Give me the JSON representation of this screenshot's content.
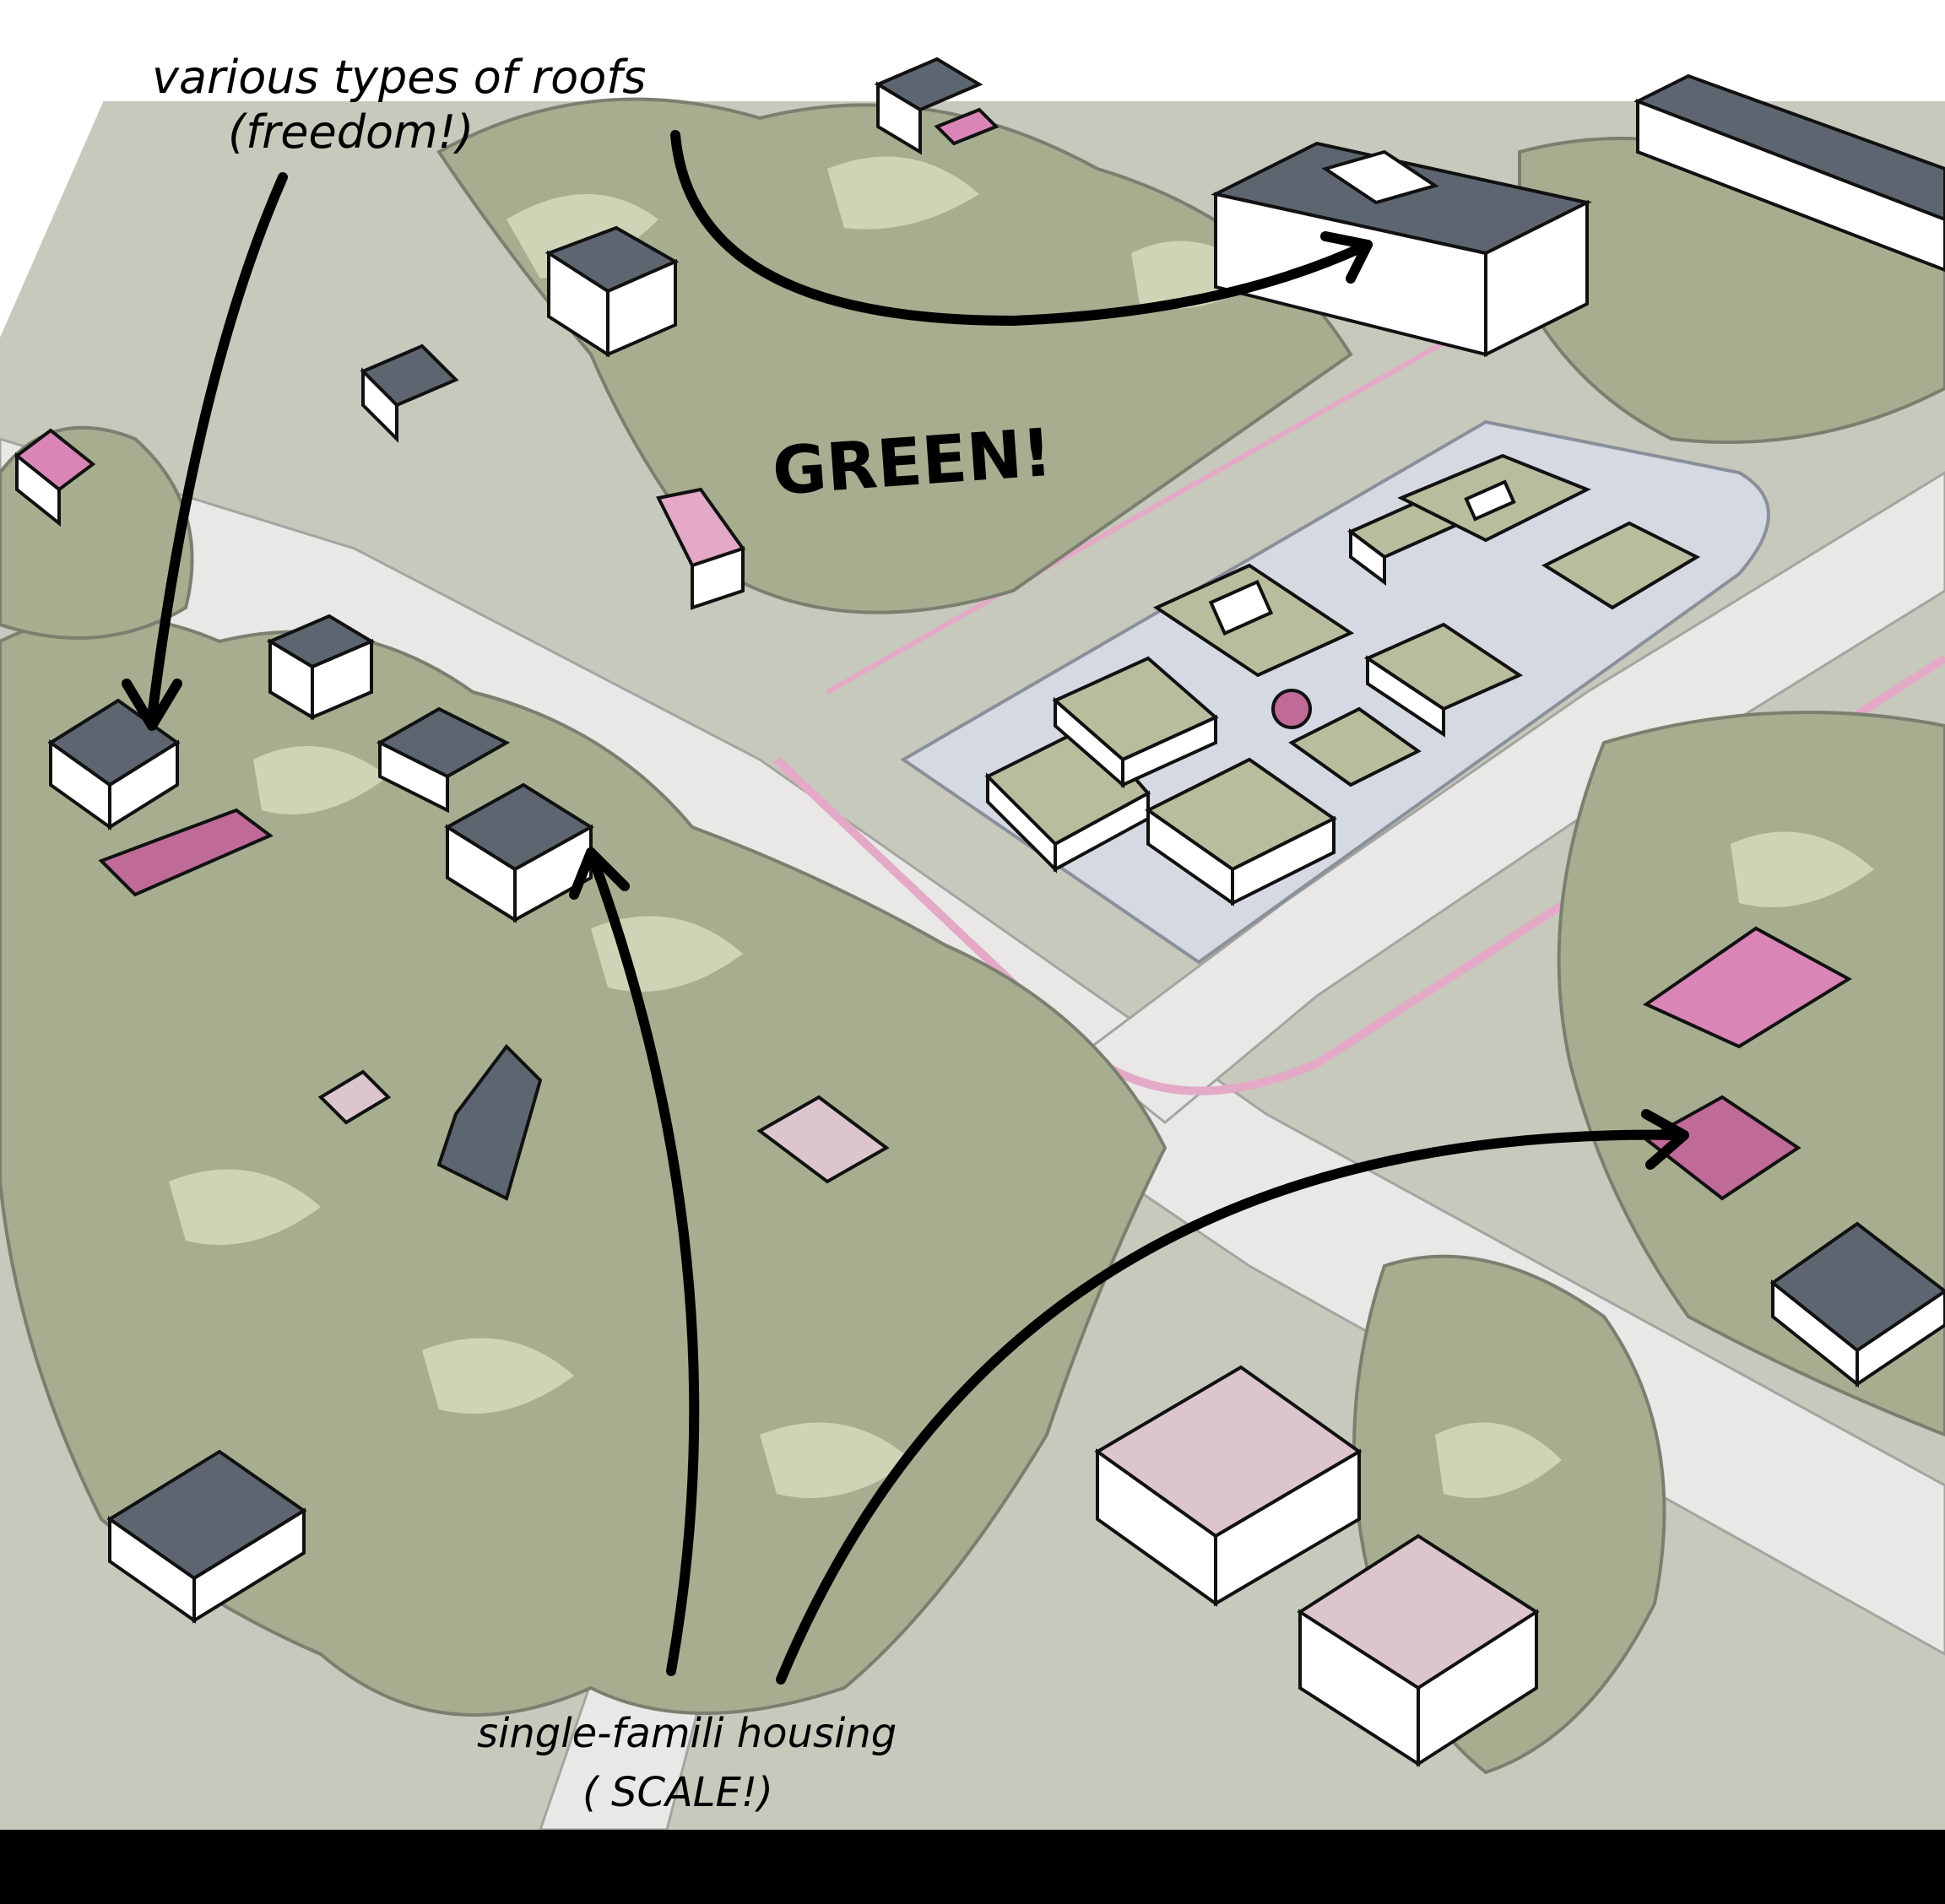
{
  "annotations": {
    "roofs_line1": "various types  of roofs",
    "roofs_line2": "(freedom!)",
    "green": "GREEN!",
    "housing_line1": "single-famili housing",
    "housing_line2": "( SCALE!)"
  },
  "colors": {
    "ground": "#c8c9bd",
    "road": "#e9e8e6",
    "tree_dark": "#a7ae8f",
    "tree_light": "#d3dcbd",
    "tree_outline": "#7b7f70",
    "roof_dark": "#5d6670",
    "roof_pink": "#d986b6",
    "roof_olive": "#b9bc9d",
    "plaza": "#d4d9e2",
    "footprint_pink": "#dcc5cd",
    "path_pink": "#e3a9c6",
    "letterbox": "#000000"
  }
}
